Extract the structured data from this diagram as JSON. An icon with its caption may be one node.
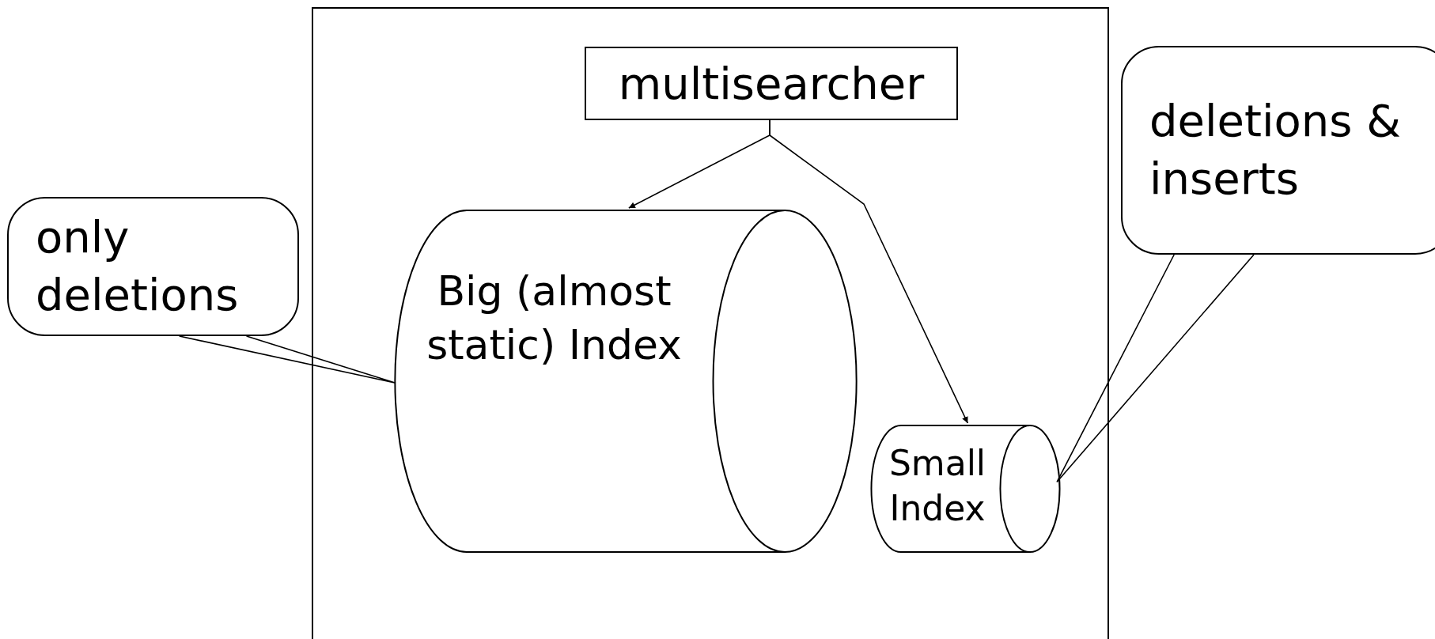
{
  "diagram": {
    "nodes": [
      {
        "text": [],
        "shape": "box"
      },
      {
        "text": [
          "multisearcher"
        ],
        "in": 0
      },
      {
        "text": [
          "Big (almost static) Index"
        ],
        "in": 0
      },
      {
        "text": [
          "Small Index"
        ],
        "in": 0
      },
      {
        "text": [
          "only deletions"
        ]
      },
      {
        "text": [
          "deletions & inserts"
        ]
      }
    ],
    "edges": [
      {
        "from": 1,
        "to": 2,
        "arrow": "to"
      },
      {
        "from": 1,
        "to": 3,
        "arrow": "to"
      },
      {
        "from": 4,
        "to": 2,
        "arrow": "none"
      },
      {
        "from": 5,
        "to": 3,
        "arrow": "none"
      }
    ]
  }
}
